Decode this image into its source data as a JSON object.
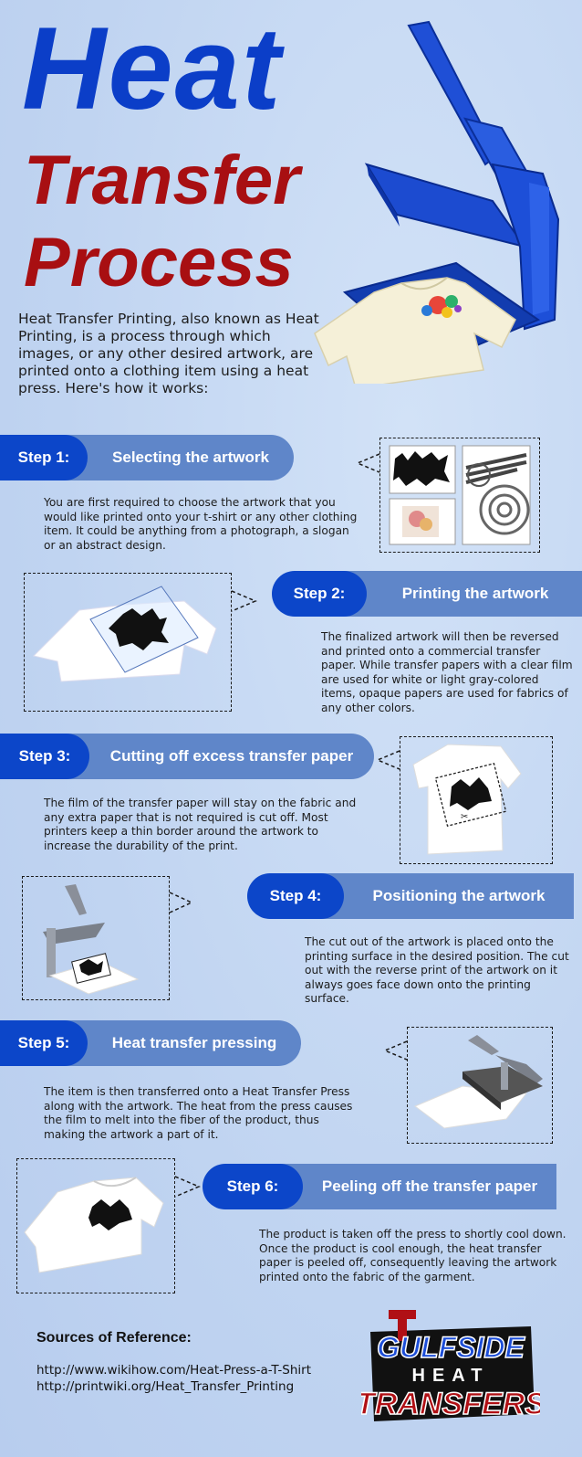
{
  "title": {
    "line1": "Heat",
    "line2": "Transfer",
    "line3": "Process"
  },
  "intro": "Heat Transfer Printing, also known as Heat Printing, is a process through which images, or any other desired artwork, are printed onto a clothing item using a heat press. Here's how it works:",
  "steps": [
    {
      "number": "Step 1:",
      "title": "Selecting the artwork",
      "text": "You are first required to choose the artwork that you would like printed onto your t-shirt or any other clothing item. It could be anything from a photograph, a slogan or an abstract design."
    },
    {
      "number": "Step 2:",
      "title": "Printing the artwork",
      "text": "The finalized artwork will then be reversed and printed onto a commercial transfer paper. While transfer papers with a clear film are used for white or light gray-colored items, opaque papers are used for fabrics of any other colors."
    },
    {
      "number": "Step 3:",
      "title": "Cutting off excess transfer paper",
      "text": "The film of the transfer paper will stay on the fabric and any extra paper that is not required is cut off. Most printers keep a thin border around the artwork to increase the durability of the print."
    },
    {
      "number": "Step 4:",
      "title": "Positioning the artwork",
      "text": "The cut out of the artwork is placed onto the printing surface in the desired position. The cut out with the reverse print of the artwork on it always goes face down onto the printing surface."
    },
    {
      "number": "Step 5:",
      "title": "Heat transfer pressing",
      "text": "The item is then transferred onto a Heat Transfer Press along with the artwork. The heat from the press causes the film to melt into the fiber of the product, thus making the artwork a part of it."
    },
    {
      "number": "Step 6:",
      "title": "Peeling off the transfer paper",
      "text": "The product is taken off the press to shortly cool down. Once the product is cool enough, the heat transfer paper is peeled off, consequently leaving the artwork printed onto the fabric of the garment."
    }
  ],
  "sources": {
    "heading": "Sources of Reference:",
    "links": [
      "http://www.wikihow.com/Heat-Press-a-T-Shirt",
      "http://printwiki.org/Heat_Transfer_Printing"
    ]
  },
  "logo": {
    "line1": "GULFSIDE",
    "line2": "HEAT",
    "line3": "TRANSFERS"
  },
  "colors": {
    "background": "#c3d7f3",
    "step_number": "#0c46c9",
    "step_label": "#5f86c9",
    "title_blue": "#0b3ec8",
    "title_red": "#a80f12"
  }
}
